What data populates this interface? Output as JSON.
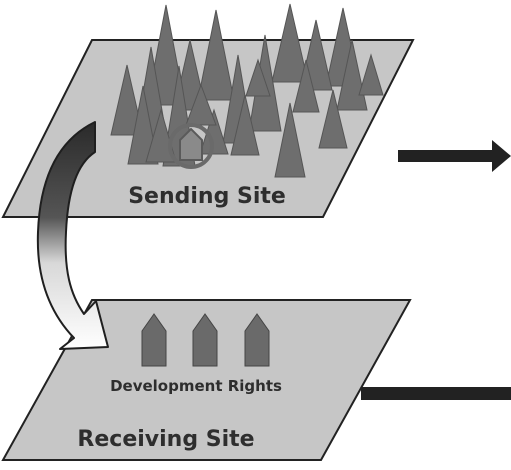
{
  "sending_site": {
    "label": "Sending Site",
    "tree_count": 22,
    "house_icon": "house-in-circle-icon"
  },
  "receiving_site": {
    "label": "Receiving Site",
    "house_count": 3,
    "caption": "Development Rights"
  },
  "transfer_arrow": {
    "icon": "curved-arrow-icon",
    "colors": {
      "dark": "#3a3a3a",
      "light": "#ffffff"
    }
  },
  "colors": {
    "plane_fill": "#c6c6c6",
    "plane_stroke": "#222222",
    "tree_fill": "#6e6e6e",
    "house_fill": "#6a6a6a",
    "text": "#2e2e2e",
    "bar": "#222222"
  }
}
